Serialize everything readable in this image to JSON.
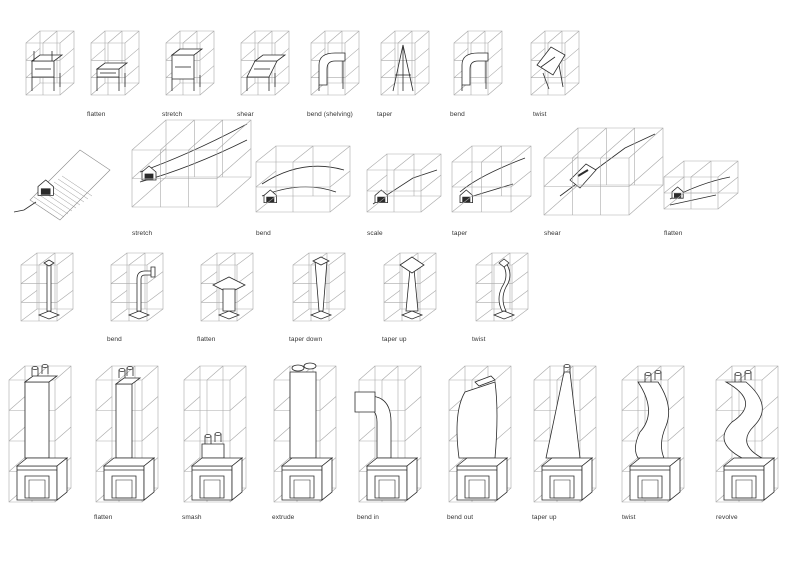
{
  "rows": [
    {
      "kind": "furniture",
      "items": [
        {
          "label": "",
          "variant": "base"
        },
        {
          "label": "flatten",
          "variant": "flatten"
        },
        {
          "label": "stretch",
          "variant": "stretch"
        },
        {
          "label": "shear",
          "variant": "shear"
        },
        {
          "label": "bend (shelving)",
          "variant": "bend"
        },
        {
          "label": "taper",
          "variant": "taper"
        },
        {
          "label": "bend",
          "variant": "bend"
        },
        {
          "label": "twist",
          "variant": "twist"
        }
      ]
    },
    {
      "kind": "dormer",
      "items": [
        {
          "label": "",
          "variant": "base"
        },
        {
          "label": "stretch",
          "variant": "stretch"
        },
        {
          "label": "bend",
          "variant": "bend"
        },
        {
          "label": "scale",
          "variant": "scale"
        },
        {
          "label": "taper",
          "variant": "taper"
        },
        {
          "label": "shear",
          "variant": "shear"
        },
        {
          "label": "flatten",
          "variant": "flatten"
        }
      ]
    },
    {
      "kind": "column",
      "items": [
        {
          "label": "",
          "variant": "base"
        },
        {
          "label": "bend",
          "variant": "bend"
        },
        {
          "label": "flatten",
          "variant": "flatten"
        },
        {
          "label": "taper down",
          "variant": "taper-down"
        },
        {
          "label": "taper up",
          "variant": "taper-up"
        },
        {
          "label": "twist",
          "variant": "twist"
        }
      ]
    },
    {
      "kind": "chimney",
      "items": [
        {
          "label": "",
          "variant": "base"
        },
        {
          "label": "flatten",
          "variant": "flatten"
        },
        {
          "label": "smash",
          "variant": "smash"
        },
        {
          "label": "extrude",
          "variant": "extrude"
        },
        {
          "label": "bend in",
          "variant": "bend-in"
        },
        {
          "label": "bend out",
          "variant": "bend-out"
        },
        {
          "label": "taper up",
          "variant": "taper-up"
        },
        {
          "label": "twist",
          "variant": "twist"
        },
        {
          "label": "revolve",
          "variant": "revolve"
        }
      ]
    }
  ]
}
